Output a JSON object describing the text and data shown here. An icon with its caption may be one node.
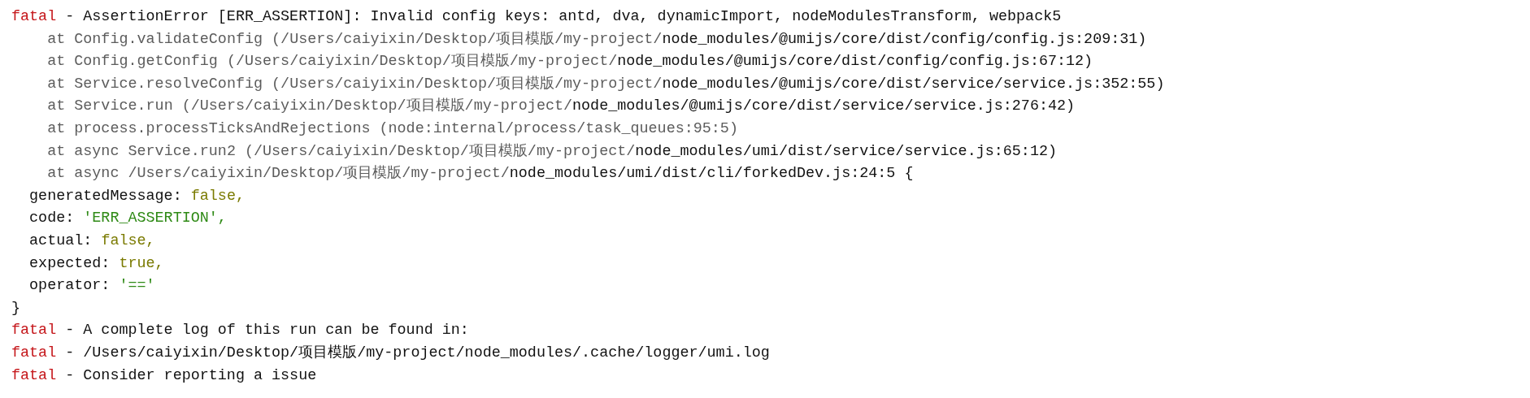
{
  "diagram": {
    "labels": [
      "fatal",
      "- AssertionError [ERR_ASSERTION]: Invalid config keys: antd, dva, dynamicImport, nodeModulesTransform, webpack5",
      "at Config.validateConfig (/Users/caiyixin/Desktop/项目模版/my-project/",
      "node_modules/@umijs/core/dist/config/config.js:209:31)",
      "at Config.getConfig (/Users/caiyixin/Desktop/项目模版/my-project/",
      "node_modules/@umijs/core/dist/config/config.js:67:12)",
      "at Service.resolveConfig (/Users/caiyixin/Desktop/项目模版/my-project/",
      "node_modules/@umijs/core/dist/service/service.js:352:55)",
      "at Service.run (/Users/caiyixin/Desktop/项目模版/my-project/",
      "node_modules/@umijs/core/dist/service/service.js:276:42)",
      "at process.processTicksAndRejections (node:internal/process/task_queues:95:5)",
      "at async Service.run2 (/Users/caiyixin/Desktop/项目模版/my-project/",
      "node_modules/umi/dist/service/service.js:65:12)",
      "at async /Users/caiyixin/Desktop/项目模版/my-project/",
      "node_modules/umi/dist/cli/forkedDev.js:24:5 {",
      "generatedMessage:",
      "false,",
      "code:",
      "'ERR_ASSERTION',",
      "actual:",
      "false,",
      "expected:",
      "true,",
      "operator:",
      "'=='",
      "}",
      "fatal",
      "- A complete log of this run can be found in:",
      "fatal",
      "- /Users/caiyixin/Desktop/项目模版/my-project/node_modules/.cache/logger/umi.log",
      "fatal",
      "- Consider reporting a issue"
    ]
  }
}
